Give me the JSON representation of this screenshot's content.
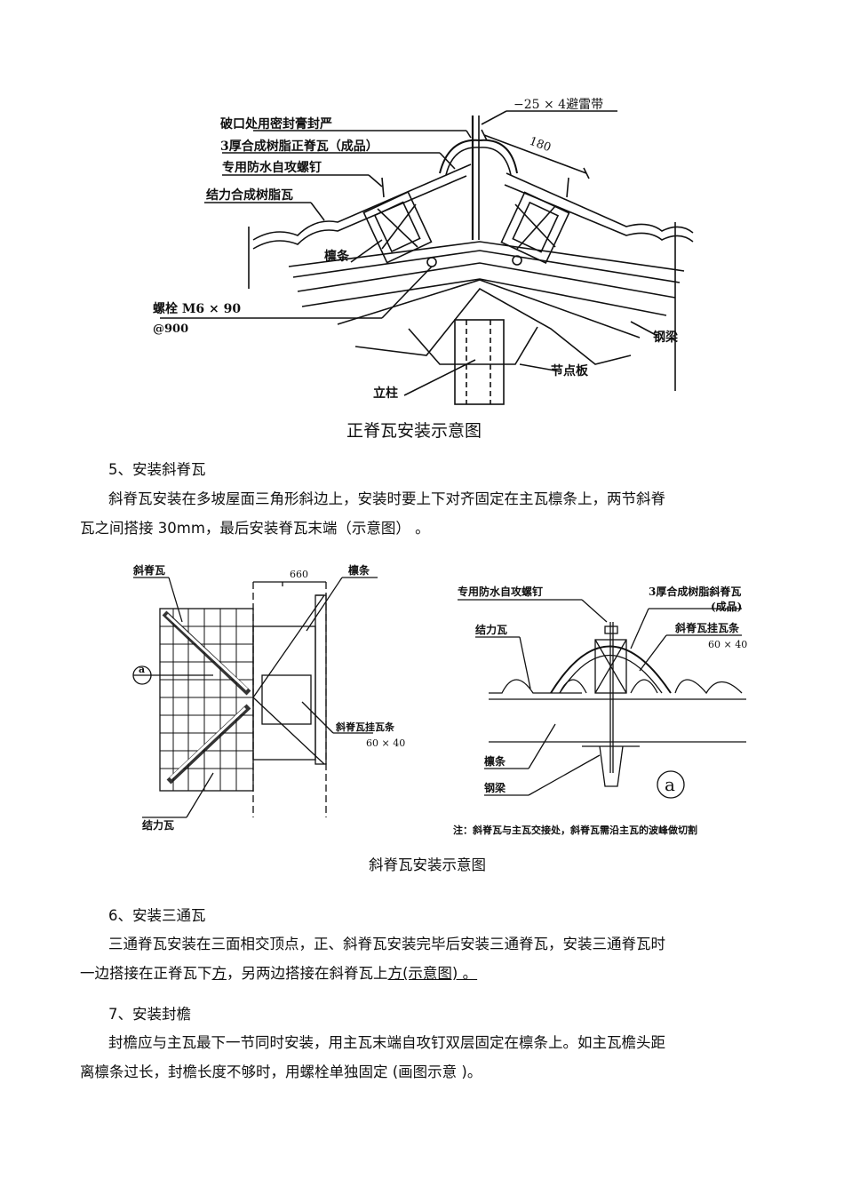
{
  "fig1": {
    "labels": {
      "lightning": "−25 × 4避雷带",
      "seal": "破口处用密封膏封严",
      "ridge_tile": "3厚合成树脂正脊瓦（成品）",
      "screw": "专用防水自攻螺钉",
      "main_tile": "结力合成树脂瓦",
      "dim180": "180",
      "purlin": "檩条",
      "bolt": "螺栓 M6 × 90",
      "bolt_spacing": "@900",
      "steel_beam": "钢梁",
      "node_plate": "节点板",
      "column": "立柱"
    },
    "caption": "正脊瓦安装示意图"
  },
  "sec5": {
    "heading": "5、安装斜脊瓦",
    "line1": "斜脊瓦安装在多坡屋面三角形斜边上，安装时要上下对齐固定在主瓦檩条上，两节斜脊",
    "line2": "瓦之间搭接   30mm，最后安装脊瓦末端（示意图）   。"
  },
  "fig2": {
    "left": {
      "hip_tile": "斜脊瓦",
      "dim660": "660",
      "purlin": "檩条",
      "marker": "a",
      "batten": "斜脊瓦挂瓦条",
      "batten_size": "60 × 40",
      "main_tile": "结力瓦"
    },
    "right": {
      "screw": "专用防水自攻螺钉",
      "hip_tile": "3厚合成树脂斜脊瓦",
      "hip_tile2": "(成品)",
      "main_tile": "结力瓦",
      "batten": "斜脊瓦挂瓦条",
      "batten_size": "60 × 40",
      "purlin": "檩条",
      "steel_beam": "钢梁",
      "marker": "a",
      "note": "注：斜脊瓦与主瓦交接处，斜脊瓦需沿主瓦的波峰做切割"
    },
    "caption": "斜脊瓦安装示意图"
  },
  "sec6": {
    "heading": "6、安装三通瓦",
    "line1": "三通脊瓦安装在三面相交顶点，正、斜脊瓦安装完毕后安装三通脊瓦，安装三通脊瓦时",
    "line2a": "一边搭接在正脊瓦下",
    "line2b": "方",
    "line2c": "，另两边搭接在斜脊瓦上",
    "line2d": "方",
    "line2e": "(示意图)       。"
  },
  "sec7": {
    "heading": "7、安装封檐",
    "line1": "封檐应与主瓦最下一节同时安装，用主瓦末端自攻钉双层固定在檩条上。如主瓦檐头距",
    "line2": "离檩条过长，封檐长度不够时，用螺栓单独固定      (画图示意 )。"
  }
}
